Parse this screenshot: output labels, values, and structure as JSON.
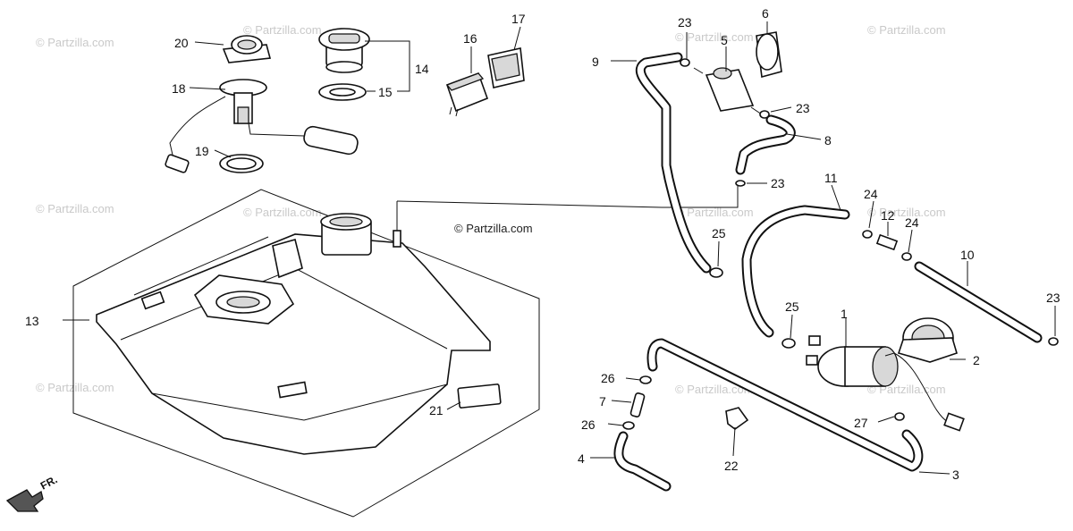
{
  "watermark": {
    "text": "© Partzilla.com",
    "center_text": "© Partzilla.com"
  },
  "direction_indicator": "FR.",
  "part_callouts": [
    {
      "id": "c1",
      "label": "1"
    },
    {
      "id": "c2",
      "label": "2"
    },
    {
      "id": "c3",
      "label": "3"
    },
    {
      "id": "c4",
      "label": "4"
    },
    {
      "id": "c5",
      "label": "5"
    },
    {
      "id": "c6",
      "label": "6"
    },
    {
      "id": "c7",
      "label": "7"
    },
    {
      "id": "c8",
      "label": "8"
    },
    {
      "id": "c9",
      "label": "9"
    },
    {
      "id": "c10",
      "label": "10"
    },
    {
      "id": "c11",
      "label": "11"
    },
    {
      "id": "c12",
      "label": "12"
    },
    {
      "id": "c13",
      "label": "13"
    },
    {
      "id": "c14",
      "label": "14"
    },
    {
      "id": "c15",
      "label": "15"
    },
    {
      "id": "c16",
      "label": "16"
    },
    {
      "id": "c17",
      "label": "17"
    },
    {
      "id": "c18",
      "label": "18"
    },
    {
      "id": "c19",
      "label": "19"
    },
    {
      "id": "c20",
      "label": "20"
    },
    {
      "id": "c21",
      "label": "21"
    },
    {
      "id": "c22",
      "label": "22"
    },
    {
      "id": "c23a",
      "label": "23"
    },
    {
      "id": "c23b",
      "label": "23"
    },
    {
      "id": "c23c",
      "label": "23"
    },
    {
      "id": "c23d",
      "label": "23"
    },
    {
      "id": "c24a",
      "label": "24"
    },
    {
      "id": "c24b",
      "label": "24"
    },
    {
      "id": "c25a",
      "label": "25"
    },
    {
      "id": "c25b",
      "label": "25"
    },
    {
      "id": "c26a",
      "label": "26"
    },
    {
      "id": "c26b",
      "label": "26"
    },
    {
      "id": "c27",
      "label": "27"
    }
  ]
}
